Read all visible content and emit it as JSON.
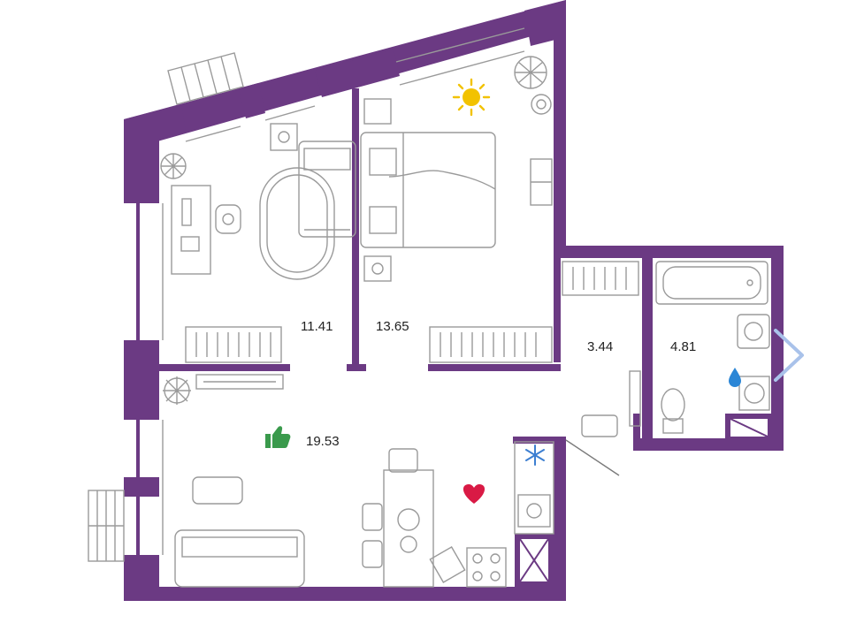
{
  "floor_plan": {
    "rooms": [
      {
        "id": "bedroom-left",
        "area": "11.41"
      },
      {
        "id": "bedroom-right",
        "area": "13.65"
      },
      {
        "id": "bathroom-hall",
        "area": "3.44"
      },
      {
        "id": "bathroom",
        "area": "4.81"
      },
      {
        "id": "living-kitchen",
        "area": "19.53"
      }
    ]
  },
  "icons": {
    "sun": "sun-icon",
    "water_drop": "water-drop-icon",
    "thumbs_up": "thumbs-up-icon",
    "heart": "heart-icon",
    "snowflake": "snowflake-icon",
    "next": "chevron-right-icon"
  },
  "colors": {
    "wall": "#6b3a83",
    "furniture_line": "#9a9a9a",
    "sun": "#f2c200",
    "water_drop": "#2b86d6",
    "thumbs_up": "#3a9a4c",
    "heart": "#d91a45",
    "snowflake": "#3d7fd1",
    "next_arrow": "#a9c2ea"
  }
}
